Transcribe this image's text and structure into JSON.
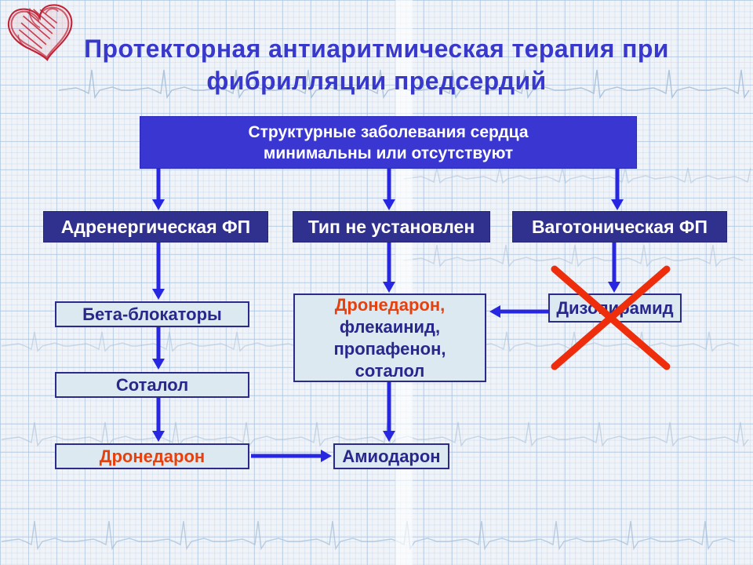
{
  "header": {
    "title_lines": [
      "Протекторная антиаритмическая терапия при",
      "фибрилляции предсердий"
    ],
    "logo_icon": "sketched-heart"
  },
  "flowchart": {
    "root": {
      "lines": [
        "Структурные заболевания сердца",
        "минимальны или отсутствуют"
      ]
    },
    "types": [
      {
        "label": "Адренергическая ФП"
      },
      {
        "label": "Тип не установлен"
      },
      {
        "label": "Ваготоническая ФП"
      }
    ],
    "adrenergic_path": {
      "steps": [
        "Бета-блокаторы",
        "Соталол",
        "Дронедарон"
      ],
      "dronedarone_highlighted": true
    },
    "undetermined_path": {
      "combo_lines": [
        "Дронедарон,",
        "флекаинид,",
        "пропафенон,",
        "соталол"
      ],
      "first_line_highlighted": true,
      "fallback": "Амиодарон"
    },
    "vagotonic_path": {
      "drug": "Дизопирамид",
      "crossed_out": true
    }
  },
  "colors": {
    "title_text": "#3838cc",
    "root_box": "#3a36d2",
    "type_box": "#30308e",
    "light_box_fill": "#dde9f0",
    "light_box_border": "#2b2b8c",
    "navy_text": "#28288c",
    "highlight_red_text": "#e8400d",
    "arrow_blue": "#2727e2",
    "cross_red": "#ee2d0d",
    "paper_bg": "#f0f3f8",
    "ecg_trace": "#a3bcd6"
  }
}
